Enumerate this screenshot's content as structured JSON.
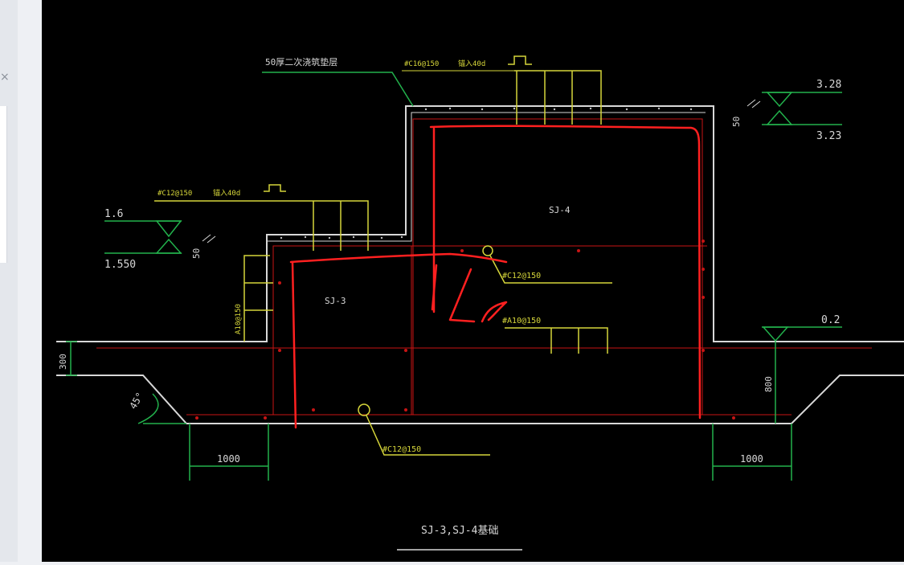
{
  "colors": {
    "background": "#000000",
    "concrete": "#ffffff",
    "rebar": "#d6d63a",
    "leader": "#22b14c",
    "elevation": "#22b14c",
    "rebar_red": "#c81414",
    "markup": "#ff2020"
  },
  "sidebar": {
    "close_glyph": "×"
  },
  "drawing": {
    "title": "SJ-3,SJ-4基础",
    "labels": {
      "sj4": "SJ-4",
      "sj3": "SJ-3"
    },
    "annotations": {
      "top_note": "50厚二次浇筑垫层",
      "top_rebar": "#C16@150",
      "top_anchor": "锚入40d",
      "left_rebar": "#C12@150",
      "left_anchor": "锚入40d",
      "mid_rebar": "#C12@150",
      "mid_a": "#A10@150",
      "vert_a": "A10@150",
      "bottom_rebar": "#C12@150"
    },
    "elevations": {
      "top_high": "3.28",
      "top_low": "3.23",
      "left_high": "1.6",
      "left_low": "1.550",
      "right": "0.2"
    },
    "dimensions": {
      "top_thk": "50",
      "left_thk": "50",
      "depth_300": "300",
      "depth_800": "800",
      "width_left": "1000",
      "width_right": "1000",
      "angle": "45°"
    }
  }
}
